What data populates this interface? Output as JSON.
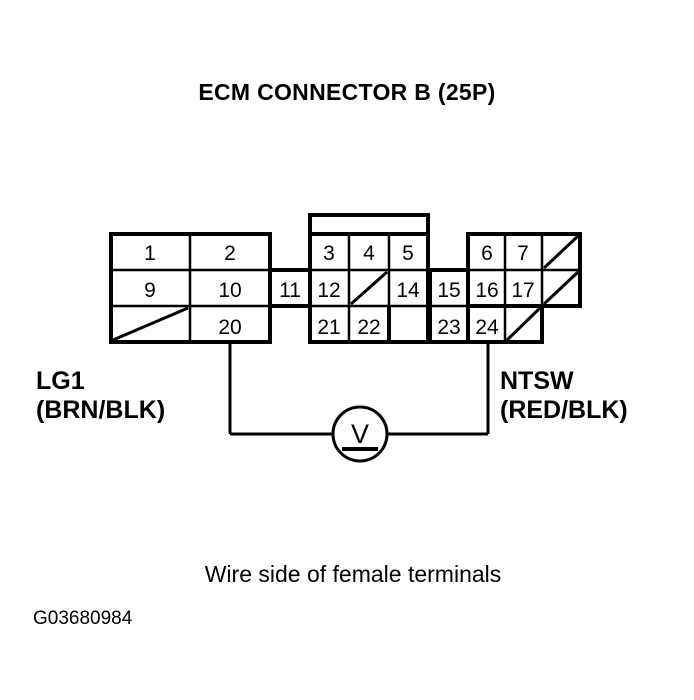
{
  "title": "ECM CONNECTOR B (25P)",
  "caption": "Wire side of female terminals",
  "figure_id": "G03680984",
  "colors": {
    "ink": "#000000",
    "background": "#ffffff"
  },
  "connector": {
    "name": "ECM CONNECTOR B",
    "pin_count": "25P",
    "blocks": {
      "left": {
        "rows": [
          [
            "1",
            "2"
          ],
          [
            "9",
            "10"
          ],
          [
            "",
            "20"
          ]
        ]
      },
      "pin_11": "11",
      "middle": {
        "rows": [
          [
            "3",
            "4",
            "5"
          ],
          [
            "12",
            "",
            "14"
          ],
          [
            "21",
            "22"
          ]
        ]
      },
      "narrow_column": {
        "rows": [
          [
            "15"
          ],
          [
            "23"
          ]
        ]
      },
      "right": {
        "rows": [
          [
            "6",
            "7",
            ""
          ],
          [
            "16",
            "17",
            ""
          ],
          [
            "24",
            ""
          ]
        ]
      }
    }
  },
  "wire_labels": {
    "left": {
      "signal": "LG1",
      "color": "(BRN/BLK)",
      "pin": "20"
    },
    "right": {
      "signal": "NTSW",
      "color": "(RED/BLK)",
      "pin": "24"
    }
  },
  "instrument": {
    "type": "voltmeter",
    "symbol": "V"
  }
}
